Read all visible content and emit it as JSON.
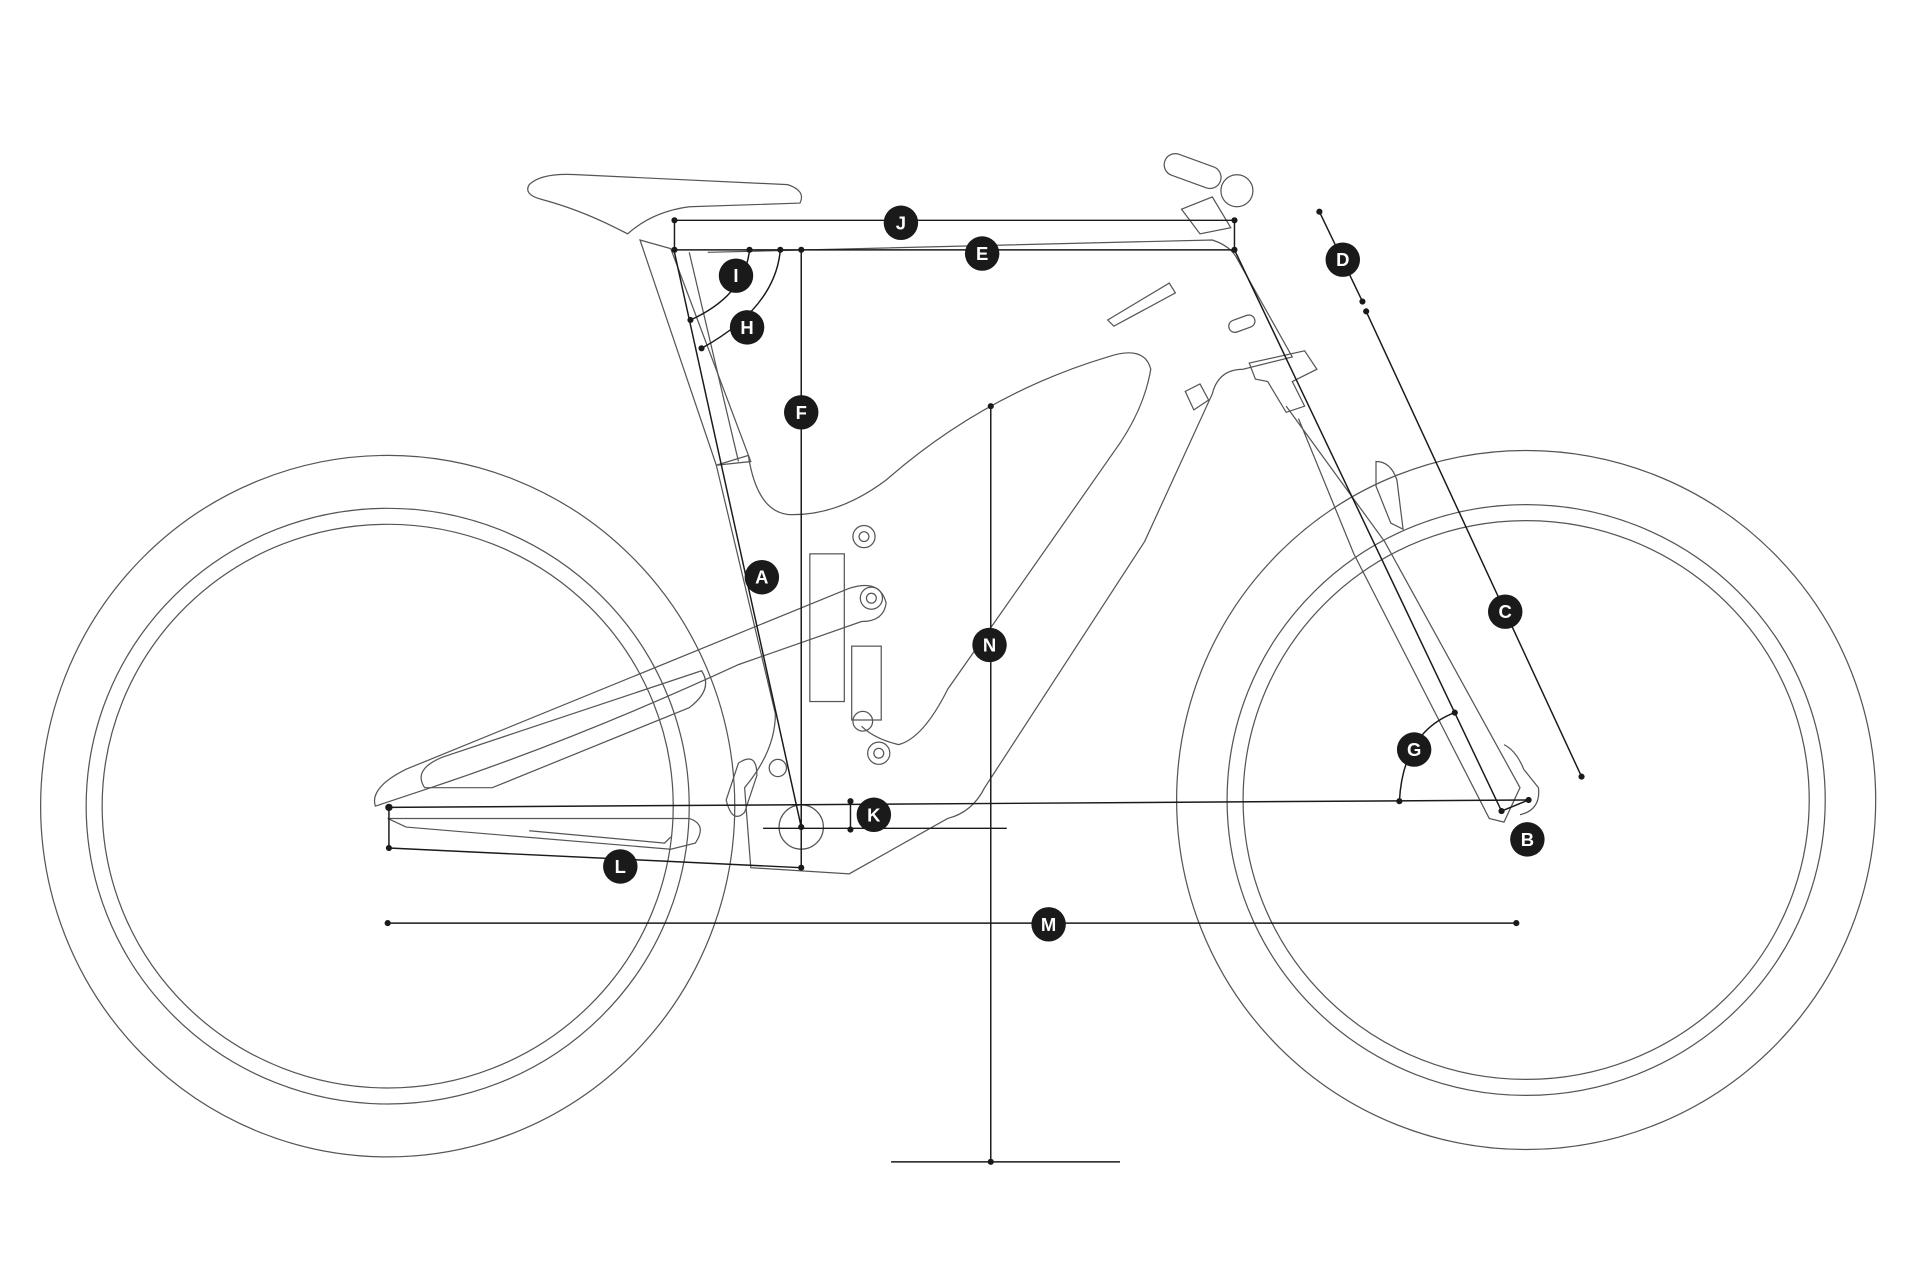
{
  "diagram": {
    "type": "bike-geometry",
    "labels": {
      "A": "A",
      "B": "B",
      "C": "C",
      "D": "D",
      "E": "E",
      "F": "F",
      "G": "G",
      "H": "H",
      "I": "I",
      "J": "J",
      "K": "K",
      "L": "L",
      "M": "M",
      "N": "N"
    },
    "colors": {
      "line": "#555555",
      "dimension": "#1a1a1a",
      "badge": "#1a1a1a",
      "badge_text": "#ffffff"
    }
  }
}
